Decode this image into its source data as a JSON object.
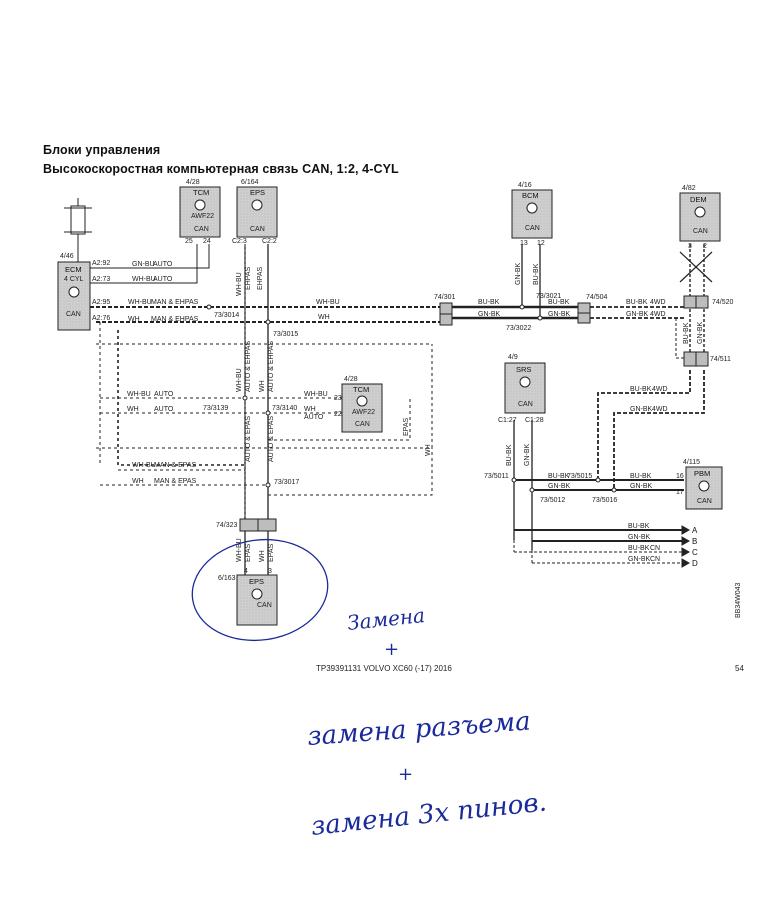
{
  "title_line1": "Блоки управления",
  "title_line2": "Высокоскоростная компьютерная связь CAN, 1:2, 4-CYL",
  "modules": {
    "tcm_top": {
      "ref": "4/28",
      "name": "TCM",
      "sub": "AWF22",
      "can": "CAN",
      "pins": [
        "25",
        "24"
      ]
    },
    "eps_top": {
      "ref": "6/164",
      "name": "EPS",
      "can": "CAN",
      "pins": [
        "C2:3",
        "C2:2"
      ]
    },
    "bcm": {
      "ref": "4/16",
      "name": "BCM",
      "can": "CAN",
      "pins": [
        "13",
        "12"
      ]
    },
    "dem": {
      "ref": "4/82",
      "name": "DEM",
      "can": "CAN",
      "pins": [
        "3",
        "2"
      ]
    },
    "ecm": {
      "ref": "4/46",
      "name": "ECM",
      "sub": "4 CYL",
      "can": "CAN",
      "pins": [
        "A2:92",
        "A2:73",
        "A2:95",
        "A2:76"
      ]
    },
    "tcm_mid": {
      "ref": "4/28",
      "name": "TCM",
      "sub": "AWF22",
      "can": "CAN",
      "pins": [
        "23",
        "22"
      ]
    },
    "srs": {
      "ref": "4/9",
      "name": "SRS",
      "can": "CAN",
      "pins": [
        "C1:27",
        "C1:28"
      ]
    },
    "pbm": {
      "ref": "4/115",
      "name": "PBM",
      "can": "CAN",
      "pins": [
        "16",
        "17"
      ]
    },
    "eps_bottom": {
      "ref": "6/163",
      "name": "EPS",
      "can": "CAN",
      "pins": [
        "4",
        "3"
      ]
    }
  },
  "connectors": {
    "c74_301": "74/301",
    "c74_504": "74/504",
    "c74_520": "74/520",
    "c74_511": "74/511",
    "c74_323": "74/323"
  },
  "splices": {
    "s3014": "73/3014",
    "s3015": "73/3015",
    "s3021": "73/3021",
    "s3022": "73/3022",
    "s3139": "73/3139",
    "s3140": "73/3140",
    "s3017": "73/3017",
    "s5011": "73/5011",
    "s5015": "73/5015",
    "s5012": "73/5012",
    "s5016": "73/5016"
  },
  "wire_labels": {
    "gn_bu": "GN-BU",
    "wh_bu": "WH-BU",
    "wh": "WH",
    "bu_bk": "BU-BK",
    "gn_bk": "GN-BK",
    "auto": "AUTO",
    "man_ehpas": "MAN & EHPAS",
    "man_epas": "MAN & EPAS",
    "auto_ehpas": "AUTO & EHPAS",
    "auto_epas": "AUTO & EPAS",
    "ehpas": "EHPAS",
    "epas": "EPAS",
    "awd": "4WD",
    "cn": "CN"
  },
  "outputs": [
    "A",
    "B",
    "C",
    "D"
  ],
  "side_code": "BB34W043",
  "footer_doc": "TP39391131 VOLVO XC60 (-17) 2016",
  "page_number": "54",
  "handwriting": {
    "line1": "Замена",
    "plus1": "+",
    "line2": "замена разъема",
    "plus2": "+",
    "line3": "замена 3х пинов."
  },
  "colors": {
    "ink": "#222222",
    "module_fill": "#c9c9c9",
    "connector_fill": "#bdbdbd",
    "handwriting": "#1a2a9a"
  }
}
